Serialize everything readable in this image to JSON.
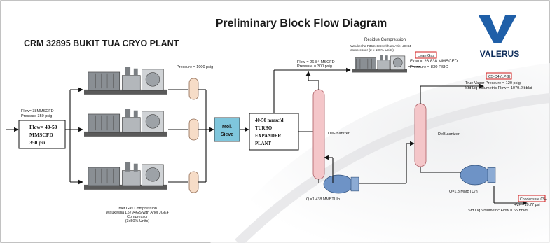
{
  "title": "Preliminary Block Flow Diagram",
  "subtitle": "CRM 32895 BUKIT TUA CRYO PLANT",
  "logo": {
    "brand": "VALERUS",
    "mark_color": "#1f5fa8"
  },
  "inlet": {
    "small_note": [
      "Flow= 38MMSCFD",
      "Pressure 350 psig"
    ],
    "box_text": [
      "Flow= 40-50",
      "MMSCFD",
      "350 psi"
    ]
  },
  "inlet_compression": {
    "pressure_note": "Pressure = 1000 psig",
    "caption": [
      "Inlet Gas Compression",
      "Waukesha L5794GSIwith Ariel JGK4",
      "Compressor",
      "(3x50% Units)"
    ]
  },
  "mol_sieve": {
    "text": [
      "Mol.",
      "Sieve"
    ],
    "fill": "#7fc6dc"
  },
  "turbo": {
    "text": [
      "40-50 mmscfd",
      "TURBO",
      "EXPANDER",
      "PLANT"
    ]
  },
  "residue": {
    "header": "Residue Compression",
    "note": [
      "Waukesha F3524GSI with an Ariel JGH4",
      "compressor (2 x 100% Units)"
    ],
    "flow_note": [
      "Flow = 26.84 MSCFD",
      "Pressure = 300 psig"
    ]
  },
  "lean_gas": {
    "label": "Lean Gas",
    "lines": [
      "Flow = 26.838 MMSCFD",
      "Pressure = 830 PSIG"
    ]
  },
  "c5_product": {
    "label": "C5-C4 (LPG)",
    "lines": [
      "True Vapor Pressure = 120 psig",
      "Std Liq Volumetric Flow = 1079.2 bbl/d"
    ]
  },
  "condensate": {
    "label": "Condensate C5+",
    "lines": [
      "RVP= 10.77 psi",
      "Std Liq Volumetric Flow = 65 bbl/d"
    ]
  },
  "deethanizer": {
    "label": "DeEthanizer"
  },
  "debutanizer": {
    "label": "DeButanizer"
  },
  "duty_1": "Q =1.438 MMBTU/h",
  "duty_2": "Q=1.3 MMBTU/h",
  "colors": {
    "vessel": "#f4c6c9",
    "vessel_stroke": "#b56a70",
    "separator": "#f6dcc7",
    "reboiler": "#6e93c6",
    "highlight": "#d21d1d"
  }
}
